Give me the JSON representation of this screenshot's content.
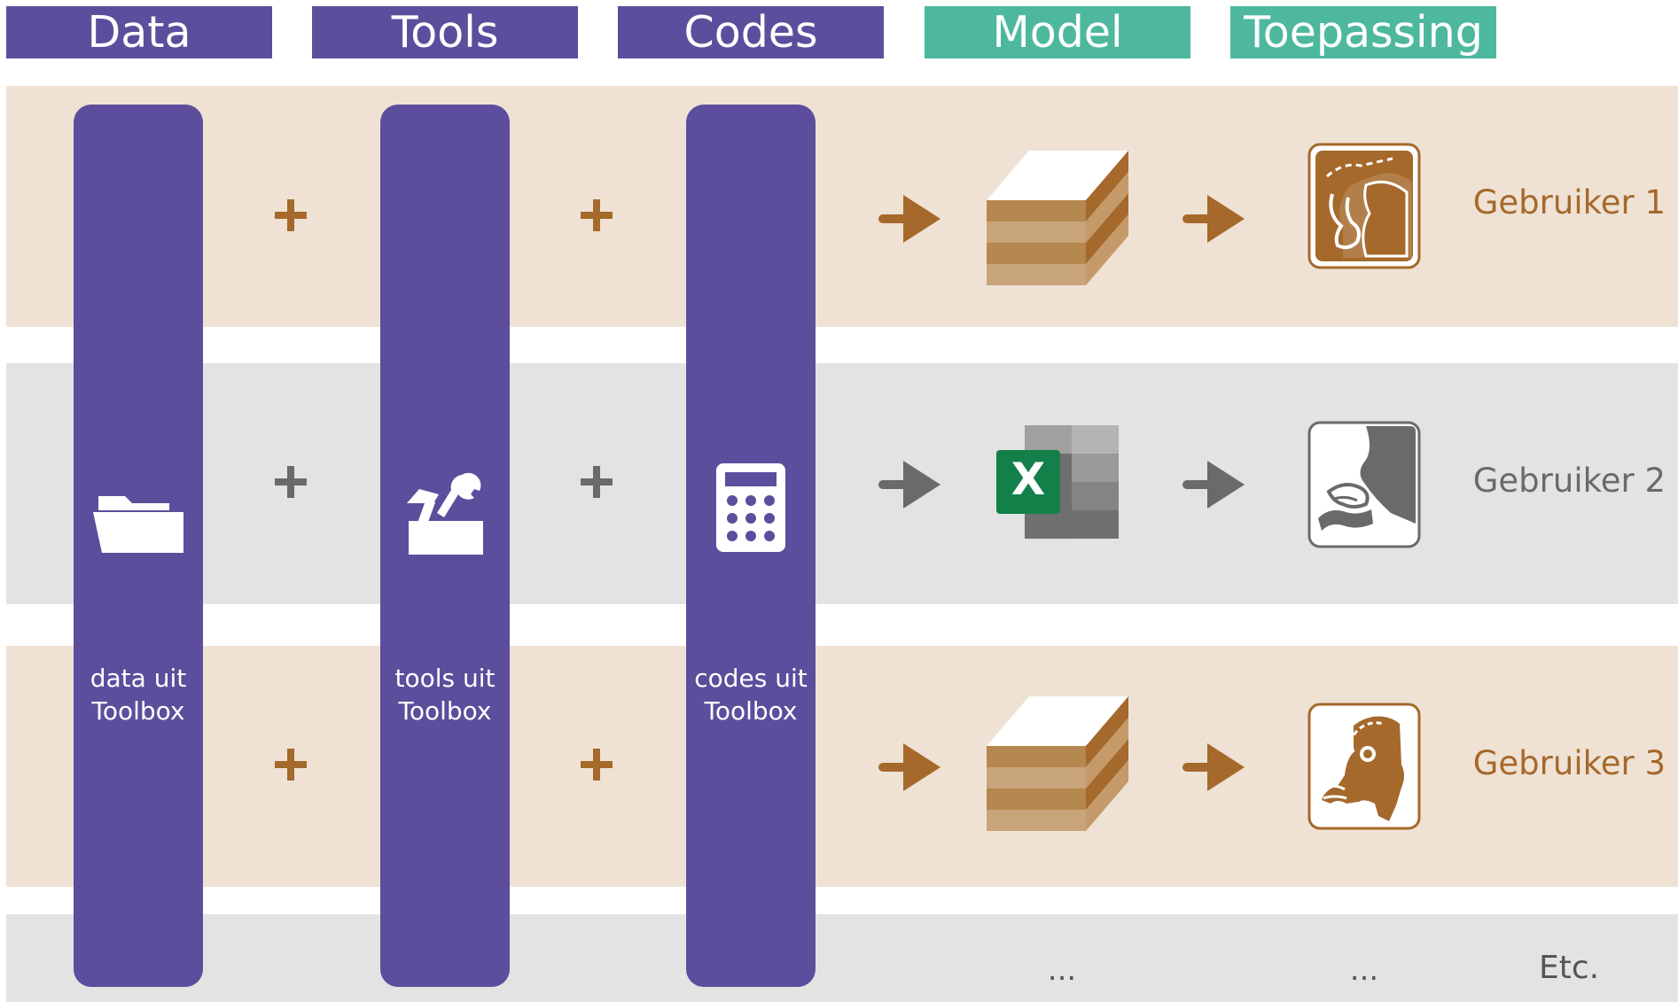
{
  "headers": [
    {
      "label": "Data",
      "style": "purple"
    },
    {
      "label": "Tools",
      "style": "purple"
    },
    {
      "label": "Codes",
      "style": "purple"
    },
    {
      "label": "Model",
      "style": "green"
    },
    {
      "label": "Toepassing",
      "style": "green"
    }
  ],
  "pillars": [
    {
      "line1": "data uit",
      "line2": "Toolbox",
      "icon": "folder-icon"
    },
    {
      "line1": "tools uit",
      "line2": "Toolbox",
      "icon": "toolbox-icon"
    },
    {
      "line1": "codes uit",
      "line2": "Toolbox",
      "icon": "calculator-icon"
    }
  ],
  "rows": [
    {
      "user": "Gebruiker 1",
      "model_icon": "layered-block-icon",
      "map_icon": "map-north-netherlands-icon",
      "color": "#a5692b"
    },
    {
      "user": "Gebruiker 2",
      "model_icon": "excel-icon",
      "map_icon": "map-southwest-netherlands-icon",
      "color": "#6a6a6a"
    },
    {
      "user": "Gebruiker 3",
      "model_icon": "layered-block-icon",
      "map_icon": "map-netherlands-icon",
      "color": "#a5692b"
    }
  ],
  "symbols": {
    "plus": "+",
    "ellipsis": "..."
  },
  "footer": {
    "etc": "Etc."
  },
  "colors": {
    "purple": "#5c4e9c",
    "green": "#4db89e",
    "brown": "#a5692b",
    "grey": "#6a6a6a",
    "band_tan": "#efe2d4",
    "band_grey": "#e3e3e3"
  }
}
